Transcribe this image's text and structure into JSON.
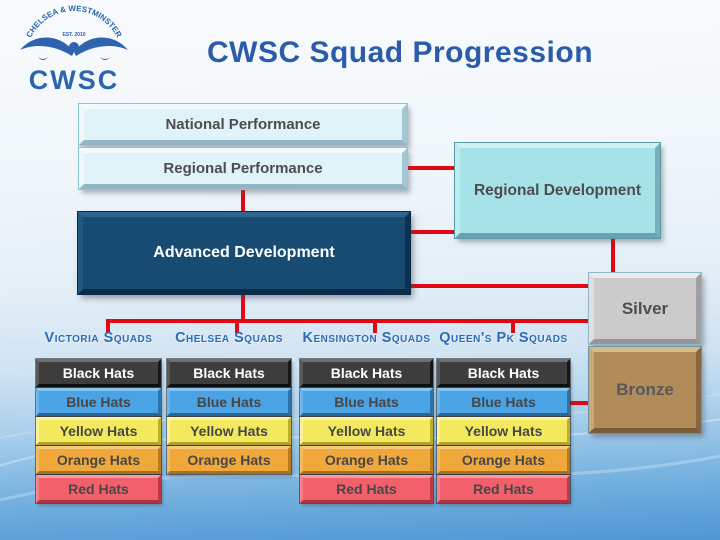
{
  "header": {
    "title": "CWSC Squad Progression"
  },
  "logo": {
    "arc_text": "CHELSEA & WESTMINSTER",
    "est_text": "EST. 2010",
    "acronym": "CWSC"
  },
  "pathway": {
    "national_performance": "National Performance",
    "regional_performance": "Regional Performance",
    "advanced_development": "Advanced Development",
    "regional_development": "Regional Development",
    "silver": "Silver",
    "bronze": "Bronze"
  },
  "squads": [
    {
      "name": "Victoria Squads",
      "hats": [
        "Black Hats",
        "Blue Hats",
        "Yellow Hats",
        "Orange Hats",
        "Red Hats"
      ]
    },
    {
      "name": "Chelsea Squads",
      "hats": [
        "Black Hats",
        "Blue Hats",
        "Yellow Hats",
        "Orange Hats"
      ]
    },
    {
      "name": "Kensington Squads",
      "hats": [
        "Black Hats",
        "Blue Hats",
        "Yellow Hats",
        "Orange Hats",
        "Red Hats"
      ]
    },
    {
      "name": "Queen's Pk Squads",
      "hats": [
        "Black Hats",
        "Blue Hats",
        "Yellow Hats",
        "Orange Hats",
        "Red Hats"
      ]
    }
  ],
  "colors": {
    "title_blue": "#2a5caa",
    "logo_blue": "#2e64ae",
    "connector_red": "#e30613",
    "squad_label_blue": "#2d6bb7",
    "box_light_cyan": "#dff3f9",
    "box_navy": "#174b72",
    "box_teal": "#a6e2e7",
    "box_silver": "#cbcbcb",
    "box_bronze": "#b18c59",
    "hat_black": "#3d3d3d",
    "hat_blue": "#4aa3e4",
    "hat_yellow": "#f3e95e",
    "hat_orange": "#f0a83a",
    "hat_red": "#f2606c"
  }
}
